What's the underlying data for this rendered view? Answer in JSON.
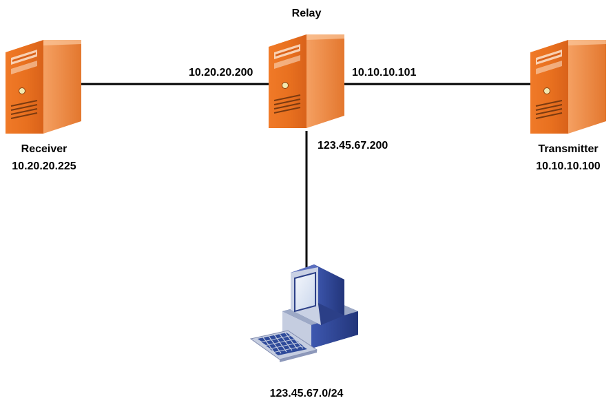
{
  "nodes": {
    "relay": {
      "name": "Relay"
    },
    "receiver": {
      "name": "Receiver",
      "address": "10.20.20.225"
    },
    "transmitter": {
      "name": "Transmitter",
      "address": "10.10.10.100"
    },
    "client": {
      "network": "123.45.67.0/24"
    }
  },
  "links": {
    "relay_to_receiver": {
      "relay_interface": "10.20.20.200"
    },
    "relay_to_transmitter": {
      "relay_interface": "10.10.10.101"
    },
    "relay_to_client": {
      "relay_interface": "123.45.67.200"
    }
  },
  "colors": {
    "server_front": "#E8701F",
    "server_side": "#C8561A",
    "server_top": "#F39A55",
    "workstation_body": "#B8C2D8",
    "workstation_dark": "#2B3F87",
    "link": "#000000"
  }
}
